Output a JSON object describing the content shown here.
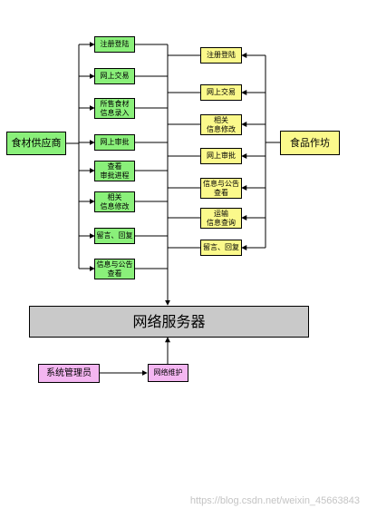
{
  "supplier": {
    "label": "食材供应商",
    "items": [
      "注册登陆",
      "网上交易",
      "所售食材\n信息录入",
      "网上审批",
      "查看\n审批进程",
      "相关\n信息修改",
      "留言、回复",
      "信息与公告\n查看"
    ]
  },
  "workshop": {
    "label": "食品作坊",
    "items": [
      "注册登陆",
      "网上交易",
      "相关\n信息修改",
      "网上审批",
      "信息与公告\n查看",
      "运输\n信息查询",
      "留言、回复"
    ]
  },
  "server": {
    "label": "网络服务器"
  },
  "admin": {
    "label": "系统管理员",
    "task": "网络维护"
  },
  "watermark": "https://blog.csdn.net/weixin_45663843",
  "colors": {
    "supplier": "#8af07a",
    "workshop": "#fbf98b",
    "admin": "#f4b6f1",
    "server": "#c9c9c9"
  }
}
